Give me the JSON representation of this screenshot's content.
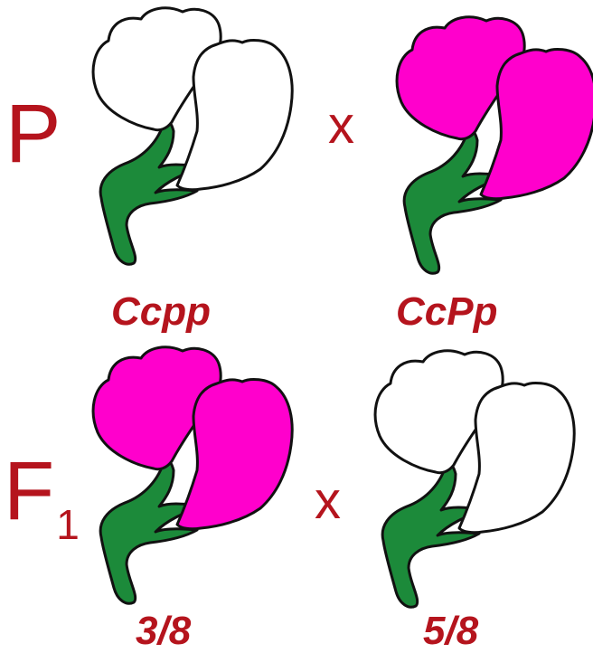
{
  "generations": {
    "parent": "P",
    "f1_main": "F",
    "f1_sub": "1"
  },
  "cross_symbol": "x",
  "flowers": [
    {
      "generation": "P",
      "color": "white",
      "fill": "#ffffff",
      "caption": "Ccpp"
    },
    {
      "generation": "P",
      "color": "magenta",
      "fill": "#ff00cc",
      "caption": "CcPp"
    },
    {
      "generation": "F1",
      "color": "magenta",
      "fill": "#ff00cc",
      "caption": "3/8"
    },
    {
      "generation": "F1",
      "color": "white",
      "fill": "#ffffff",
      "caption": "5/8"
    }
  ],
  "colors": {
    "label": "#b5141d",
    "sepal": "#1c8a3a",
    "outline": "#111111"
  }
}
